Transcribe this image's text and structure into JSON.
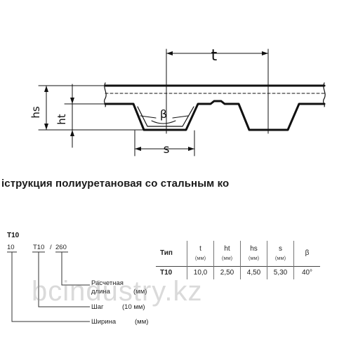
{
  "diagram": {
    "label_pitch": "t",
    "label_belt_height": "hs",
    "label_tooth_height": "ht",
    "label_angle": "β",
    "label_tooth_width": "s"
  },
  "caption": "іструкция полиуретановая со стальным ко",
  "code": {
    "header": "T10",
    "part_width": "10",
    "part_pitch": "T10",
    "part_sep": "/",
    "part_length": "260",
    "label_length_l1": "Расчетная",
    "label_length_l2": "длина",
    "label_length_unit": "(мм)",
    "label_pitch": "Шаг",
    "label_pitch_unit": "(10 мм)",
    "label_width": "Ширина",
    "label_width_unit": "(мм)"
  },
  "table": {
    "headers": [
      {
        "sym": "Тип",
        "unit": ""
      },
      {
        "sym": "t",
        "unit": "(мм)"
      },
      {
        "sym": "ht",
        "unit": "(мм)"
      },
      {
        "sym": "hs",
        "unit": "(мм)"
      },
      {
        "sym": "s",
        "unit": "(мм)"
      },
      {
        "sym": "β",
        "unit": ""
      }
    ],
    "row": [
      "T10",
      "10,0",
      "2,50",
      "4,50",
      "5,30",
      "40°"
    ]
  },
  "watermark": "bcindustry.kz"
}
